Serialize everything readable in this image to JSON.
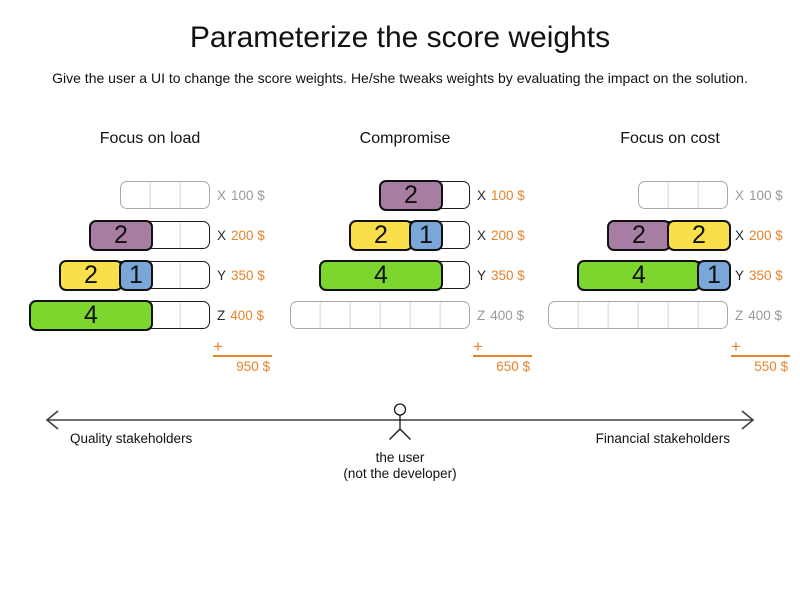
{
  "title": "Parameterize the score weights",
  "subtitle": "Give the user a UI to change the score weights. He/she tweaks weights by evaluating the impact on the solution.",
  "plus_sign": "+",
  "colors": {
    "purple": "#a87da4",
    "yellow": "#f9e04a",
    "blue": "#7aa7d8",
    "green": "#7cd62e",
    "orange": "#e8832c",
    "inactive_gray": "#9a9a9a"
  },
  "scenarios": [
    {
      "heading": "Focus on load",
      "total": "950 $",
      "rows": [
        {
          "letter": "X",
          "cost": "100 $",
          "capacity": 3,
          "chips": []
        },
        {
          "letter": "X",
          "cost": "200 $",
          "capacity": 4,
          "chips": [
            {
              "value": 2,
              "color": "purple"
            }
          ]
        },
        {
          "letter": "Y",
          "cost": "350 $",
          "capacity": 5,
          "chips": [
            {
              "value": 2,
              "color": "yellow"
            },
            {
              "value": 1,
              "color": "blue"
            }
          ]
        },
        {
          "letter": "Z",
          "cost": "400 $",
          "capacity": 6,
          "chips": [
            {
              "value": 4,
              "color": "green"
            }
          ]
        }
      ]
    },
    {
      "heading": "Compromise",
      "total": "650 $",
      "rows": [
        {
          "letter": "X",
          "cost": "100 $",
          "capacity": 3,
          "chips": [
            {
              "value": 2,
              "color": "purple"
            }
          ]
        },
        {
          "letter": "X",
          "cost": "200 $",
          "capacity": 4,
          "chips": [
            {
              "value": 2,
              "color": "yellow"
            },
            {
              "value": 1,
              "color": "blue"
            }
          ]
        },
        {
          "letter": "Y",
          "cost": "350 $",
          "capacity": 5,
          "chips": [
            {
              "value": 4,
              "color": "green"
            }
          ]
        },
        {
          "letter": "Z",
          "cost": "400 $",
          "capacity": 6,
          "chips": []
        }
      ]
    },
    {
      "heading": "Focus on cost",
      "total": "550 $",
      "rows": [
        {
          "letter": "X",
          "cost": "100 $",
          "capacity": 3,
          "chips": []
        },
        {
          "letter": "X",
          "cost": "200 $",
          "capacity": 4,
          "chips": [
            {
              "value": 2,
              "color": "purple"
            },
            {
              "value": 2,
              "color": "yellow"
            }
          ]
        },
        {
          "letter": "Y",
          "cost": "350 $",
          "capacity": 5,
          "chips": [
            {
              "value": 4,
              "color": "green"
            },
            {
              "value": 1,
              "color": "blue"
            }
          ]
        },
        {
          "letter": "Z",
          "cost": "400 $",
          "capacity": 6,
          "chips": []
        }
      ]
    }
  ],
  "axis": {
    "left_label": "Quality stakeholders",
    "right_label": "Financial stakeholders",
    "center_label_line1": "the user",
    "center_label_line2": "(not the developer)"
  }
}
